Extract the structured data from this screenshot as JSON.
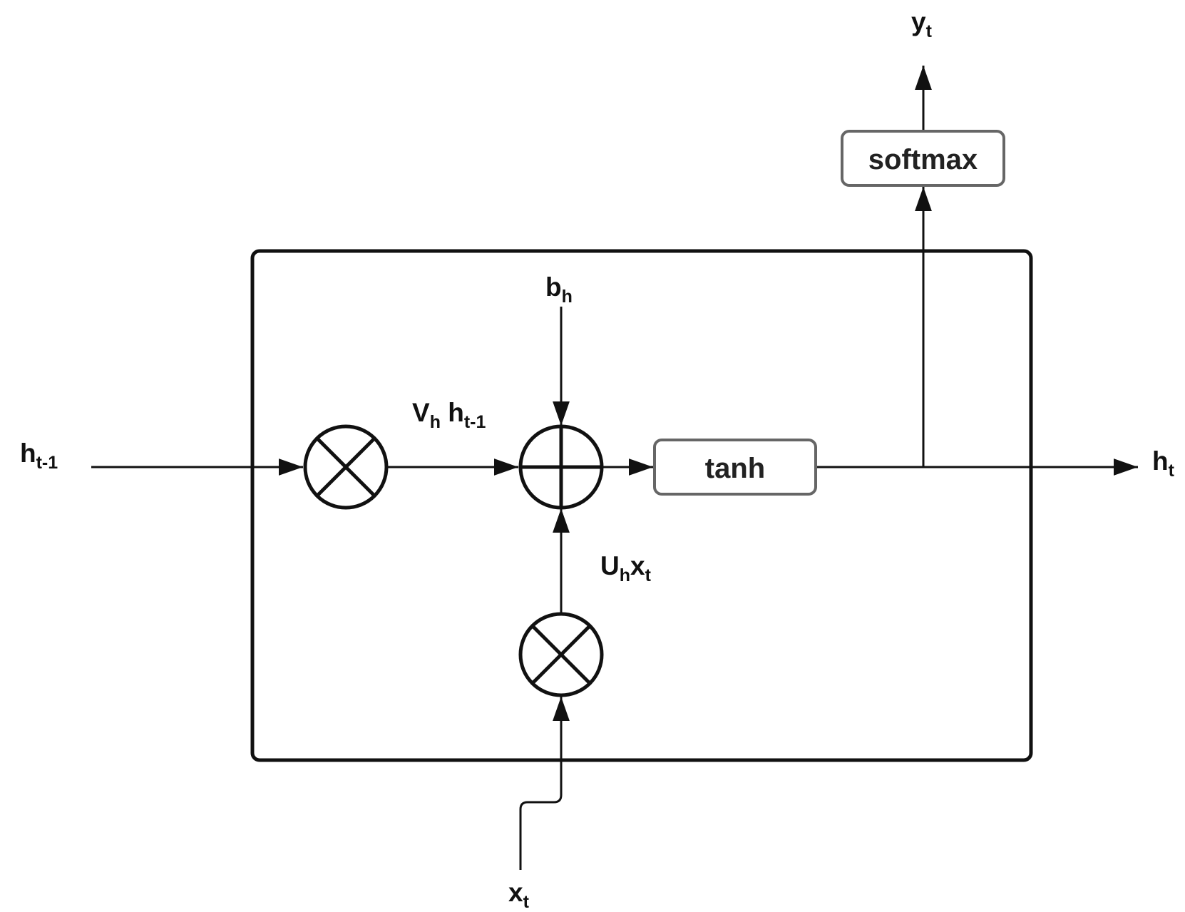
{
  "labels": {
    "h_prev": {
      "main": "h",
      "sub": "t-1"
    },
    "h_out": {
      "main": "h",
      "sub": "t"
    },
    "y_out": {
      "main": "y",
      "sub": "t"
    },
    "x_in": {
      "main": "x",
      "sub": "t"
    },
    "bias": {
      "main": "b",
      "sub": "h"
    },
    "vh_term": {
      "v": "V",
      "v_sub": "h",
      "h": "h",
      "h_sub": "t-1"
    },
    "uh_term": {
      "u": "U",
      "u_sub": "h",
      "x": "x",
      "x_sub": "t"
    }
  },
  "blocks": {
    "softmax": "softmax",
    "tanh": "tanh"
  },
  "operators": {
    "multiply_icon": "circle-times",
    "add_icon": "circle-plus"
  },
  "colors": {
    "stroke": "#111111",
    "box_border": "#666666",
    "box_text": "#222222"
  }
}
